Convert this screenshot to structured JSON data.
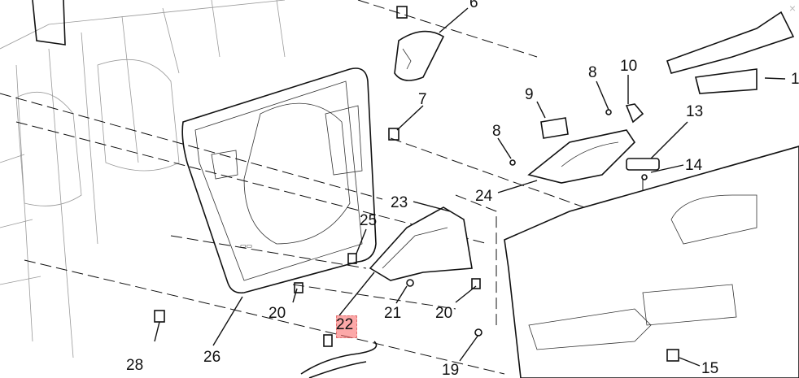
{
  "diagram": {
    "callouts": [
      {
        "id": "c6",
        "text": "6"
      },
      {
        "id": "c7",
        "text": "7"
      },
      {
        "id": "c8a",
        "text": "8"
      },
      {
        "id": "c10",
        "text": "10"
      },
      {
        "id": "c1",
        "text": "1"
      },
      {
        "id": "c9",
        "text": "9"
      },
      {
        "id": "c8b",
        "text": "8"
      },
      {
        "id": "c13",
        "text": "13"
      },
      {
        "id": "c14",
        "text": "14"
      },
      {
        "id": "c24",
        "text": "24"
      },
      {
        "id": "c23",
        "text": "23"
      },
      {
        "id": "c25",
        "text": "25"
      },
      {
        "id": "c22",
        "text": "22"
      },
      {
        "id": "c21",
        "text": "21"
      },
      {
        "id": "c20a",
        "text": "20"
      },
      {
        "id": "c20b",
        "text": "20"
      },
      {
        "id": "c19",
        "text": "19"
      },
      {
        "id": "c15",
        "text": "15"
      },
      {
        "id": "c28",
        "text": "28"
      },
      {
        "id": "c26",
        "text": "26"
      }
    ],
    "highlighted_callout": "22",
    "highlight_color": "#f87171",
    "close_glyph": "×"
  }
}
